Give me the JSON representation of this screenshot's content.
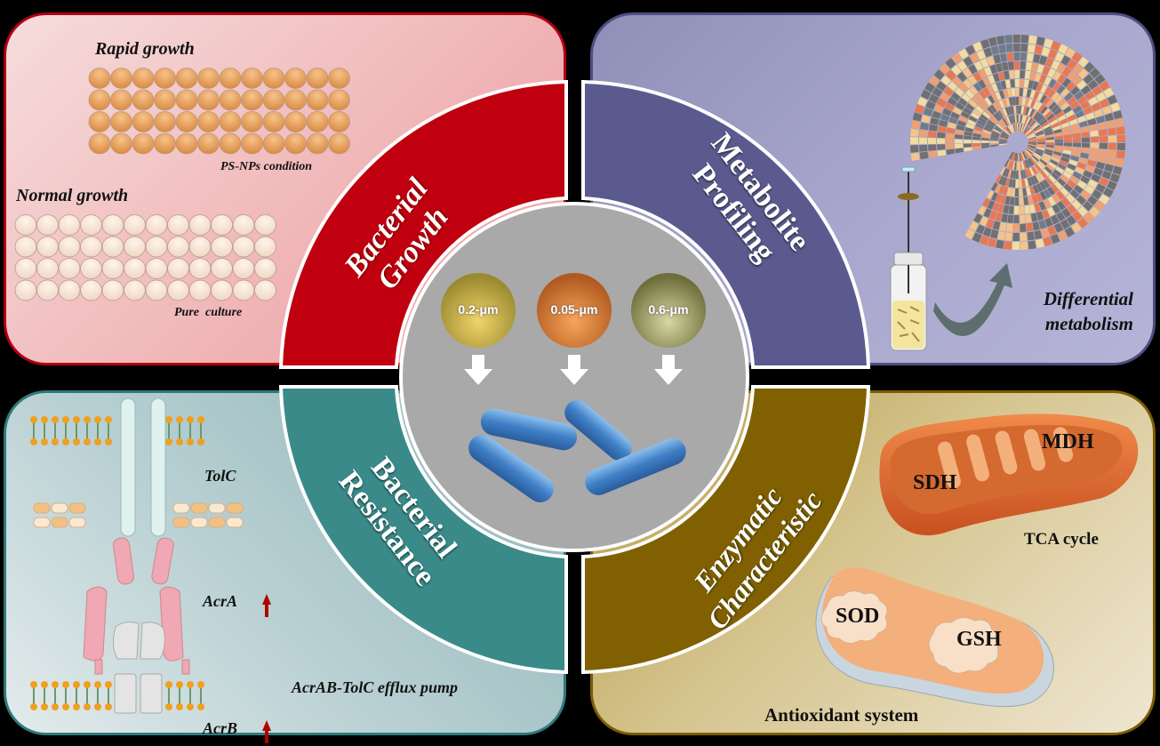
{
  "center": {
    "particles": [
      {
        "label": "0.2-μm",
        "color": "#d6b44c"
      },
      {
        "label": "0.05-μm",
        "color": "#e98a3a"
      },
      {
        "label": "0.6-μm",
        "color": "#a8a66a"
      }
    ],
    "bacteria_icon": "rod-bacteria-icon"
  },
  "bands": {
    "growth": {
      "line1": "Bacterial",
      "line2": "Growth",
      "color": "#c0000e"
    },
    "metabolite": {
      "line1": "Metabolite",
      "line2": "Profiling",
      "color": "#5a5a8f"
    },
    "resistance": {
      "line1": "Bacterial",
      "line2": "Resistance",
      "color": "#3a8a8a"
    },
    "enzymatic": {
      "line1": "Enzymatic",
      "line2": "Characteristic",
      "color": "#806000"
    }
  },
  "panels": {
    "growth": {
      "rapid_title": "Rapid growth",
      "rapid_caption": "PS-NPs condition",
      "normal_title": "Normal growth",
      "normal_caption": "Pure  culture"
    },
    "metabolite": {
      "caption_line1": "Differential",
      "caption_line2": "metabolism"
    },
    "resistance": {
      "tolc": "TolC",
      "acra": "AcrA",
      "acrb": "AcrB",
      "pump": "AcrAB-TolC efflux pump",
      "up_arrow_color": "#b00000"
    },
    "enzymatic": {
      "mdh": "MDH",
      "sdh": "SDH",
      "tca": "TCA cycle",
      "sod": "SOD",
      "gsh": "GSH",
      "antioxidant": "Antioxidant system"
    }
  }
}
